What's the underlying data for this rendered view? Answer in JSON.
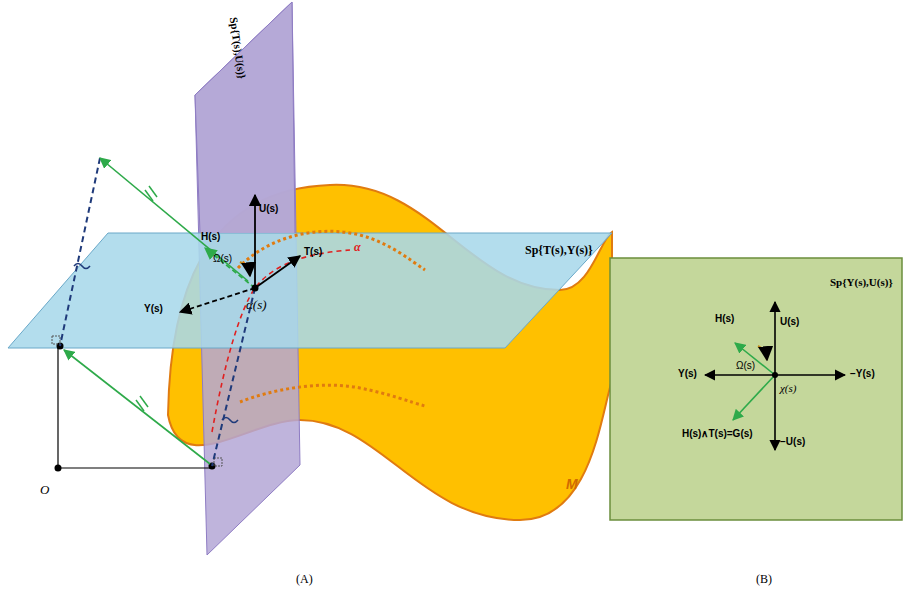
{
  "diagram": {
    "nodes": [
      {
        "text": [
          "Sp{Y(s),U(s)}",
          "U(s)",
          "H(s)",
          "Ω(s)",
          "Y(s)",
          "−Y(s)",
          "χ(s)",
          "H(s)∧T(s)=G(s)",
          "−U(s)"
        ]
      }
    ],
    "labels": [
      "Sp{T(s),U(s)}",
      "Sp{T(s),Y(s)}",
      "U(s)",
      "H(s)",
      "Ω(s)",
      "T(s)",
      "Y(s)",
      "α",
      "α(s)",
      "M",
      "O",
      "(A)",
      "(B)"
    ]
  }
}
